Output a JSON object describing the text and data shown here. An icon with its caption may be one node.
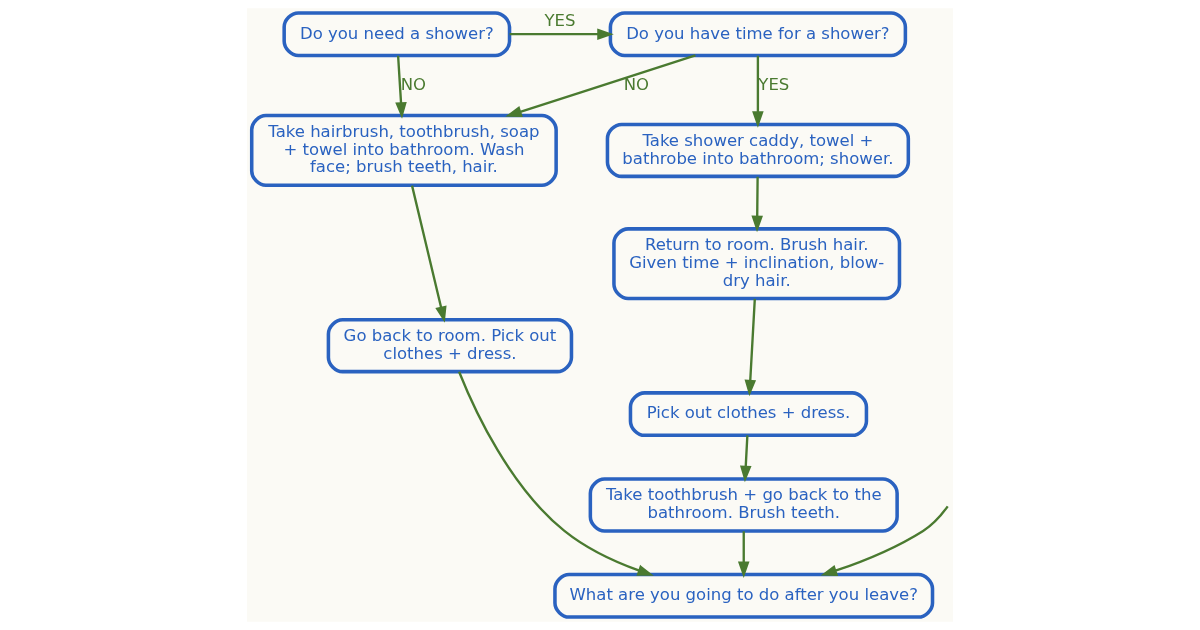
{
  "diagram": {
    "nodes": [
      {
        "text": [
          "Do you need a shower?"
        ]
      },
      {
        "text": [
          "Do you have time for a shower?"
        ]
      },
      {
        "text": [
          "Take hairbrush, toothbrush, soap + towel into bathroom. Wash face; brush teeth, hair."
        ]
      },
      {
        "text": [
          "Take shower caddy, towel + bathrobe into bathroom; shower."
        ]
      },
      {
        "text": [
          "Return to room. Brush hair. Given time + inclination, blow-dry hair."
        ]
      },
      {
        "text": [
          "Go back to room. Pick out clothes + dress."
        ]
      },
      {
        "text": [
          "Pick out clothes + dress."
        ]
      },
      {
        "text": [
          "Take toothbrush + go back to the bathroom. Brush teeth."
        ]
      },
      {
        "text": [
          "What are you going to do after you leave?"
        ]
      }
    ],
    "edges": [
      {
        "from": 0,
        "to": 1,
        "arrow": "to",
        "label": "YES"
      },
      {
        "from": 0,
        "to": 2,
        "arrow": "to",
        "label": "NO"
      },
      {
        "from": 1,
        "to": 2,
        "arrow": "to",
        "label": "NO"
      },
      {
        "from": 1,
        "to": 3,
        "arrow": "to",
        "label": "YES"
      },
      {
        "from": 3,
        "to": 4,
        "arrow": "to"
      },
      {
        "from": 4,
        "to": 6,
        "arrow": "to"
      },
      {
        "from": 6,
        "to": 7,
        "arrow": "to"
      },
      {
        "from": 2,
        "to": 5,
        "arrow": "to"
      },
      {
        "from": 5,
        "to": 8,
        "arrow": "to"
      },
      {
        "from": 7,
        "to": 8,
        "arrow": "to"
      },
      {
        "from": null,
        "to": 8,
        "arrow": "to"
      }
    ]
  }
}
